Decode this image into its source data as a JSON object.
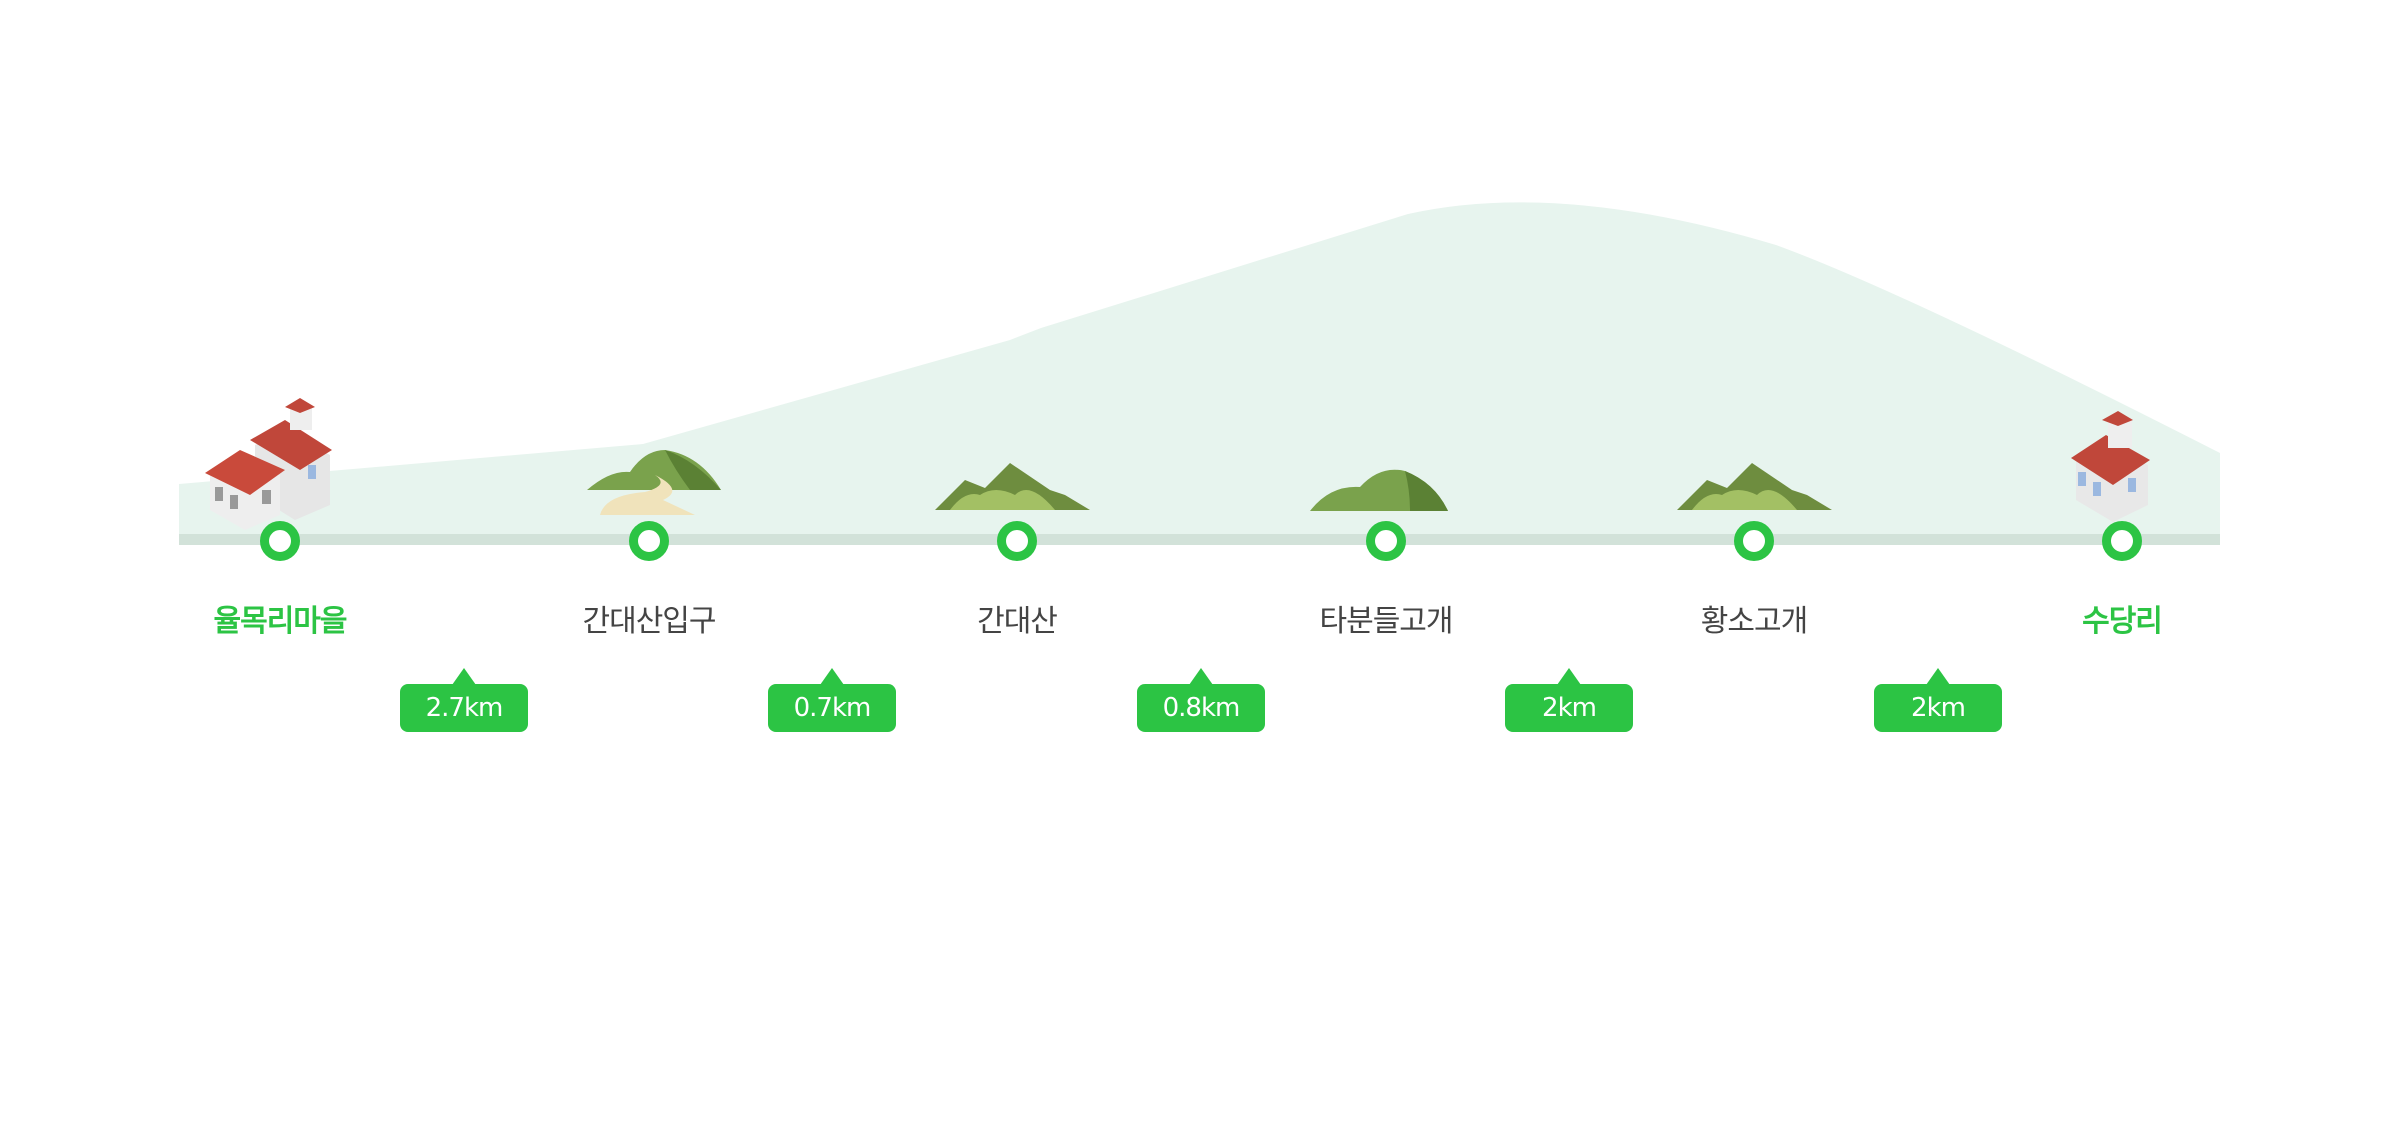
{
  "route": {
    "stops": [
      {
        "name": "율목리마을",
        "type": "village",
        "endpoint": true
      },
      {
        "name": "간대산입구",
        "type": "mountain-path",
        "endpoint": false
      },
      {
        "name": "간대산",
        "type": "mountains",
        "endpoint": false
      },
      {
        "name": "타분들고개",
        "type": "hill",
        "endpoint": false
      },
      {
        "name": "황소고개",
        "type": "mountains",
        "endpoint": false
      },
      {
        "name": "수당리",
        "type": "house",
        "endpoint": true
      }
    ],
    "segments": [
      {
        "distance": "2.7km"
      },
      {
        "distance": "0.7km"
      },
      {
        "distance": "0.8km"
      },
      {
        "distance": "2km"
      },
      {
        "distance": "2km"
      }
    ]
  },
  "colors": {
    "accent": "#2cc444",
    "terrain": "#e7f4ee",
    "track": "#d2e2d9",
    "text": "#444444"
  }
}
